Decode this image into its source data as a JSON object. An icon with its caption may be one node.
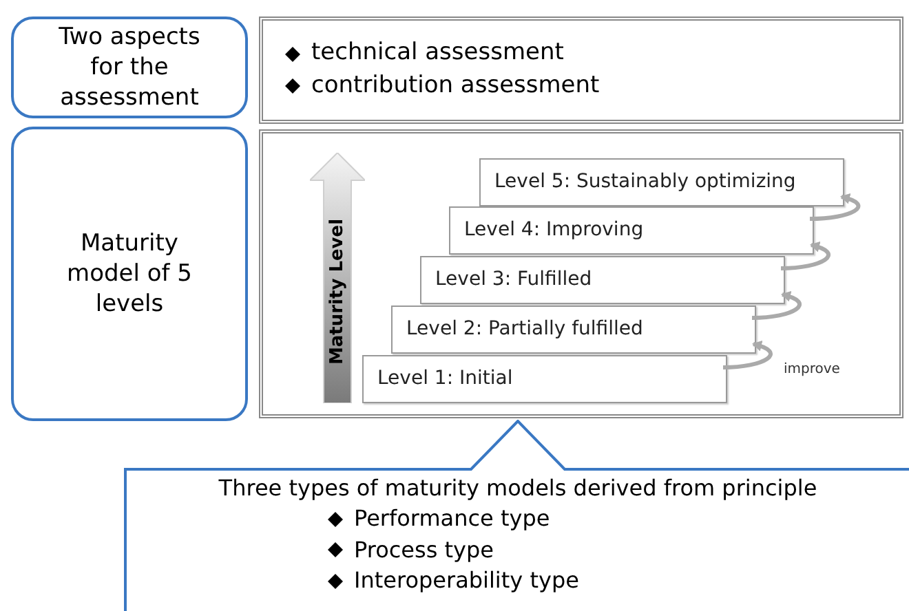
{
  "diagram": {
    "nodes": [
      {
        "text": [
          "Two aspects for the assessment"
        ]
      },
      {
        "text": [
          "technical assessment",
          "contribution assessment"
        ]
      },
      {
        "text": [
          "Maturity model of 5 levels"
        ]
      },
      {
        "text": [],
        "shape": "box"
      },
      {
        "text": [
          "Maturity Level"
        ],
        "in": 3
      },
      {
        "text": [
          "Level 5: Sustainably optimizing"
        ],
        "in": 3
      },
      {
        "text": [
          "Level 4: Improving"
        ],
        "in": 3
      },
      {
        "text": [
          "Level 3: Fulfilled"
        ],
        "in": 3
      },
      {
        "text": [
          "Level 2: Partially fulfilled"
        ],
        "in": 3
      },
      {
        "text": [
          "Level 1: Initial"
        ],
        "in": 3
      },
      {
        "text": [
          "Three types of maturity models derived from principle",
          "Performance type",
          "Process type",
          "Interoperability type"
        ]
      }
    ],
    "edges": [
      {
        "from": 9,
        "to": 8,
        "arrow": "to",
        "label": "improve"
      },
      {
        "from": 8,
        "to": 7,
        "arrow": "to"
      },
      {
        "from": 7,
        "to": 6,
        "arrow": "to"
      },
      {
        "from": 6,
        "to": 5,
        "arrow": "to"
      }
    ]
  }
}
